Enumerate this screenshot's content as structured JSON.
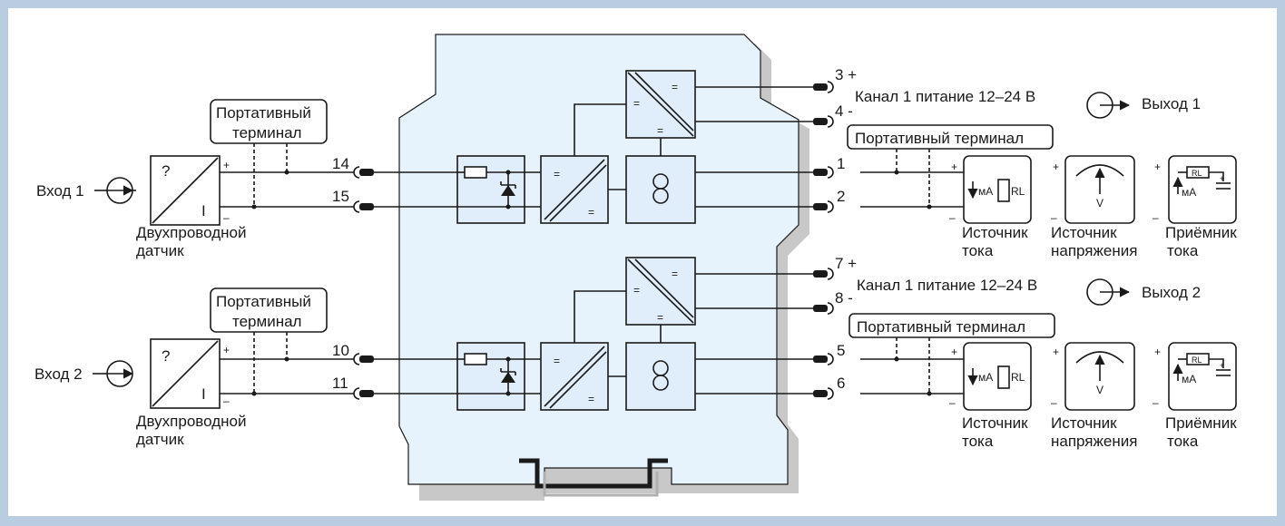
{
  "colors": {
    "frame": "#b9cce0",
    "module_fill": "#e6f3fc",
    "module_shadow": "#c8c8c8",
    "block_fill": "#dfeefa",
    "ink": "#1a1a1a"
  },
  "inputs": [
    {
      "label": "Вход 1",
      "terminal_top": "14",
      "terminal_bottom": "15"
    },
    {
      "label": "Вход 2",
      "terminal_top": "10",
      "terminal_bottom": "11"
    }
  ],
  "sensor": {
    "question": "?",
    "current": "I",
    "plus": "+",
    "minus": "–",
    "caption_line1": "Двухпроводной",
    "caption_line2": "датчик"
  },
  "handheld": {
    "line1": "Портативный",
    "line2": "терминал",
    "single_line": "Портативный терминал"
  },
  "channels": [
    {
      "supply_plus": "3 +",
      "supply_minus": "4 -",
      "supply_label": "Канал 1 питание 12–24 В",
      "out_a": "1",
      "out_b": "2",
      "output_label": "Выход 1"
    },
    {
      "supply_plus": "7 +",
      "supply_minus": "8 -",
      "supply_label": "Канал 1 питание 12–24 В",
      "out_a": "5",
      "out_b": "6",
      "output_label": "Выход  2"
    }
  ],
  "converter": {
    "eq": "="
  },
  "loads": {
    "current_source": {
      "line1": "Источник",
      "line2": "тока",
      "ma": "мА",
      "rl": "RL"
    },
    "voltage_source": {
      "line1": "Источник",
      "line2": "напряжения",
      "v": "V"
    },
    "current_sink": {
      "line1": "Приёмник",
      "line2": "тока",
      "ma": "мА",
      "rl": "RL"
    },
    "plus": "+",
    "minus": "–"
  }
}
